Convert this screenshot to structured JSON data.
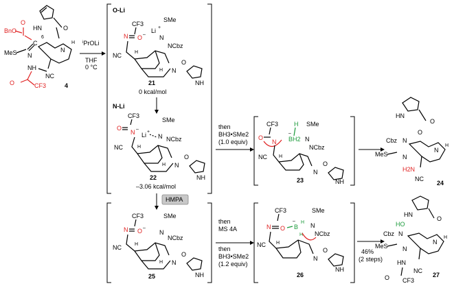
{
  "compounds": {
    "c4": {
      "number": "4",
      "groups": [
        "BnO",
        "O",
        "C",
        "6",
        "MeS",
        "N",
        "HN",
        "NH",
        "NC",
        "N",
        "O",
        "CF3",
        "O",
        "H"
      ]
    },
    "c21": {
      "number": "21",
      "energy": "0 kcal/mol",
      "section": "O-Li",
      "groups": [
        "CF3",
        "N",
        "O",
        "Li",
        "+",
        "SMe",
        "N",
        "NCbz",
        "NC",
        "H",
        "H",
        "N",
        "O",
        "NH"
      ]
    },
    "c22": {
      "number": "22",
      "energy": "–3.06 kcal/mol",
      "section": "N-Li",
      "groups": [
        "CF3",
        "O",
        "N",
        "Li",
        "+",
        "SMe",
        "N",
        "NCbz",
        "NC",
        "H",
        "H",
        "N",
        "O",
        "NH"
      ]
    },
    "c23": {
      "number": "23",
      "groups": [
        "CF3",
        "H",
        "SMe",
        "O",
        "N",
        "BH2",
        "N",
        "NCbz",
        "NC",
        "H",
        "N",
        "O",
        "NH"
      ]
    },
    "c24": {
      "number": "24",
      "groups": [
        "HN",
        "Cbz",
        "N",
        "O",
        "MeS",
        "N",
        "N",
        "H2N",
        "NC",
        "H",
        "O"
      ]
    },
    "c25": {
      "number": "25",
      "groups": [
        "CF3",
        "N",
        "O",
        "SMe",
        "N",
        "NCbz",
        "NC",
        "H",
        "H",
        "N",
        "O",
        "NH"
      ]
    },
    "c26": {
      "number": "26",
      "groups": [
        "CF3",
        "SMe",
        "N",
        "O",
        "B",
        "H",
        "H",
        "N",
        "NCbz",
        "NC",
        "H",
        "N",
        "O",
        "NH"
      ]
    },
    "c27": {
      "number": "27",
      "groups": [
        "HN",
        "HO",
        "Cbz",
        "N",
        "MeS",
        "N",
        "N",
        "O",
        "HN",
        "NC",
        "H",
        "O",
        "CF3"
      ]
    }
  },
  "charges": {
    "minus": "–",
    "plus": "+"
  },
  "reagents": {
    "step1": [
      "iPrOLi",
      "THF",
      "0 °C"
    ],
    "step1_prefix": "i",
    "step1_main": "PrOLi",
    "step2_then": "then",
    "step2_reagent": "BH3•SMe2",
    "step2_equiv": "(1.0 equiv)",
    "hmpa": "HMPA",
    "step3_then1": "then",
    "step3_ms": "MS 4A",
    "step3_then2": "then",
    "step3_reagent": "BH3•SMe2",
    "step3_equiv": "(1.2 equiv)",
    "step4_yield": "46%",
    "step4_steps": "(2 steps)"
  },
  "colors": {
    "highlight_red": "#e02020",
    "highlight_green": "#1a9a3a",
    "black": "#000000",
    "hmpa_fill": "#c8c8c8"
  }
}
